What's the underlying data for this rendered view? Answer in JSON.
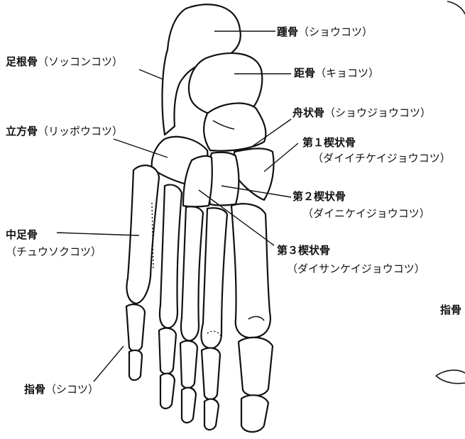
{
  "labels": {
    "calcaneus": {
      "name": "踵骨",
      "reading": "（ショウコツ）"
    },
    "talus": {
      "name": "距骨",
      "reading": "（キョコツ）"
    },
    "tarsal": {
      "name": "足根骨",
      "reading": "（ソッコンコツ）"
    },
    "navicular": {
      "name": "舟状骨",
      "reading": "（ショウジョウコツ）"
    },
    "cuboid": {
      "name": "立方骨",
      "reading": "（リッポウコツ）"
    },
    "cuneiform1": {
      "name": "第１楔状骨",
      "reading": "（ダイイチケイジョウコツ）"
    },
    "cuneiform2": {
      "name": "第２楔状骨",
      "reading": "（ダイニケイジョウコツ）"
    },
    "metatarsal": {
      "name": "中足骨",
      "reading": "（チュウソクコツ）"
    },
    "cuneiform3": {
      "name": "第３楔状骨",
      "reading": "（ダイサンケイジョウコツ）"
    },
    "phalanges": {
      "name": "指骨",
      "reading": "（シコツ）"
    },
    "phalanges_right": {
      "name": "指骨"
    }
  }
}
